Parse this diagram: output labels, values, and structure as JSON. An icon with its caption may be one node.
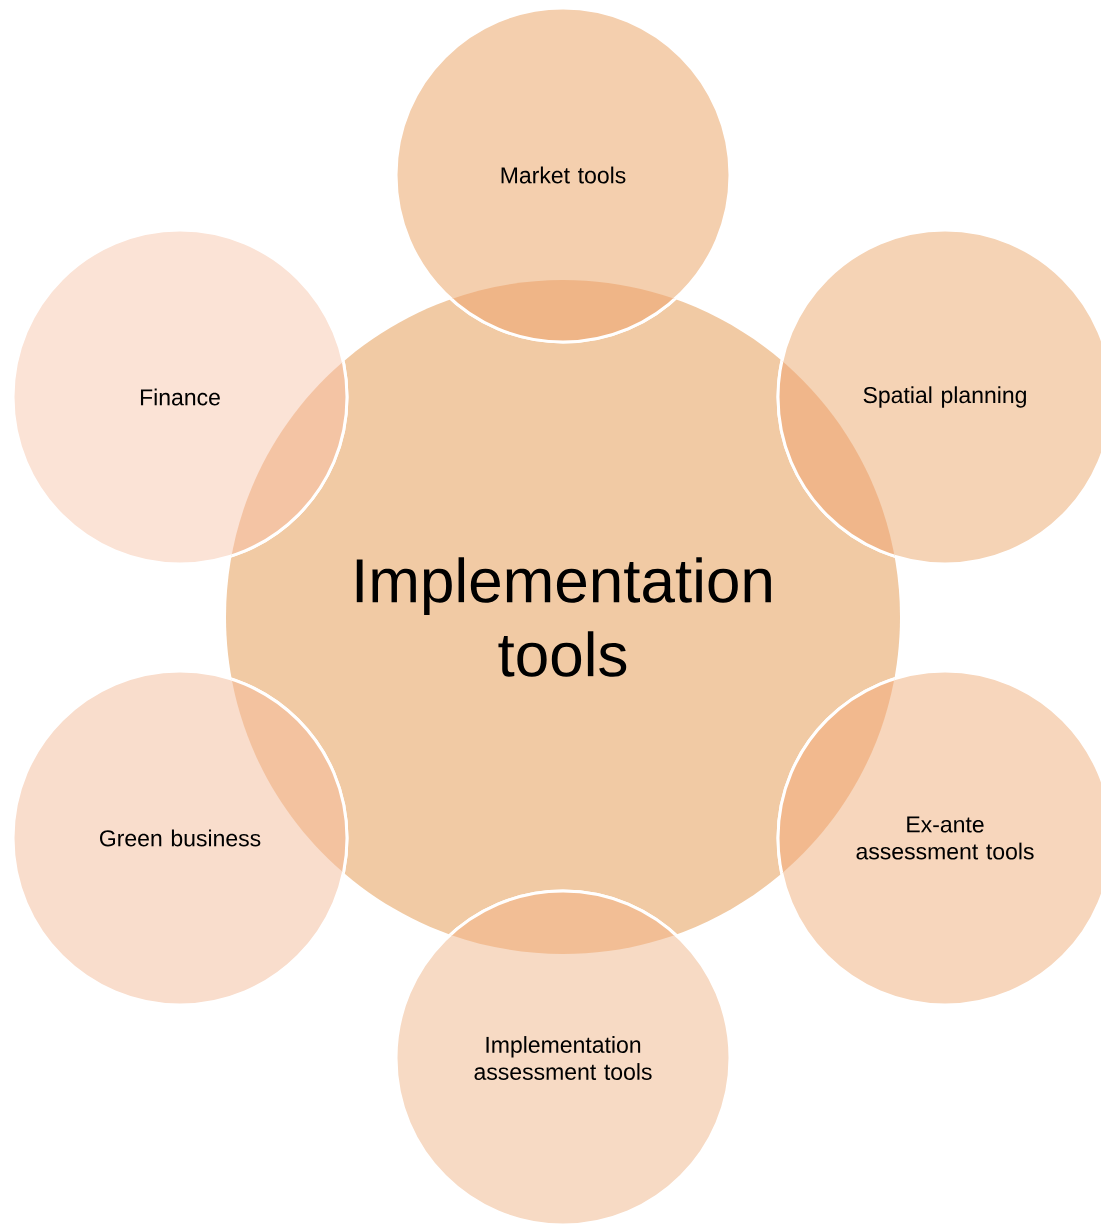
{
  "diagram": {
    "nodes": [
      {
        "text": [
          "Implementation tools"
        ]
      },
      {
        "text": [
          "Market tools"
        ]
      },
      {
        "text": [
          "Spatial planning"
        ]
      },
      {
        "text": [
          "Ex-ante assessment tools"
        ]
      },
      {
        "text": [
          "Implementation assessment tools"
        ]
      },
      {
        "text": [
          "Green business"
        ]
      },
      {
        "text": [
          "Finance"
        ]
      }
    ]
  }
}
